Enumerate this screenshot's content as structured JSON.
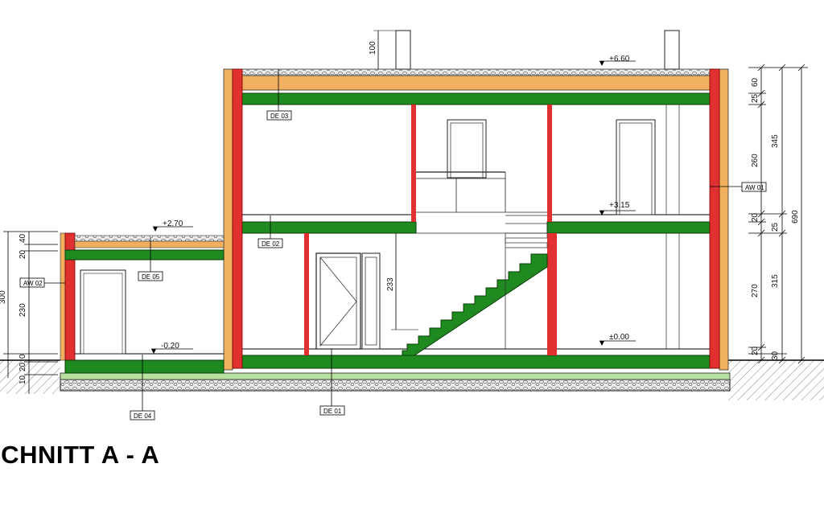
{
  "title": "SCHNITT A - A",
  "colors": {
    "slab": "#1f8a1f",
    "wall_core": "#e03030",
    "insulation": "#f0b060",
    "gravel": "#e6e6e6",
    "foundation_base": "#b8e0a0"
  },
  "levels": {
    "roof_main": "+6.60",
    "upper_floor": "+3.15",
    "ground_floor": "±0.00",
    "annex_roof": "+2.70",
    "annex_floor": "-0.20"
  },
  "dimensions": {
    "chimney": "100",
    "roof_insulation": "60",
    "roof_slab": "25",
    "upper_height": "260",
    "upper_floor_finish": "20",
    "mid_slab": "25",
    "upper_total": "345",
    "ground_height": "270",
    "ground_floor_finish": "20",
    "ground_total": "315",
    "foundation": "30",
    "building_total": "690",
    "stair_height": "233",
    "annex_top_1": "20",
    "annex_top_2": "40",
    "annex_height": "230",
    "annex_total": "300",
    "annex_floor_finish": "0",
    "annex_base_1": "20",
    "annex_base_2": "10"
  },
  "tags": {
    "roof_main": "DE 03",
    "mid_slab": "DE 02",
    "annex_roof": "DE 05",
    "annex_floor": "DE 04",
    "ground_slab": "DE 01",
    "ext_wall_main": "AW 01",
    "ext_wall_annex": "AW 02"
  }
}
